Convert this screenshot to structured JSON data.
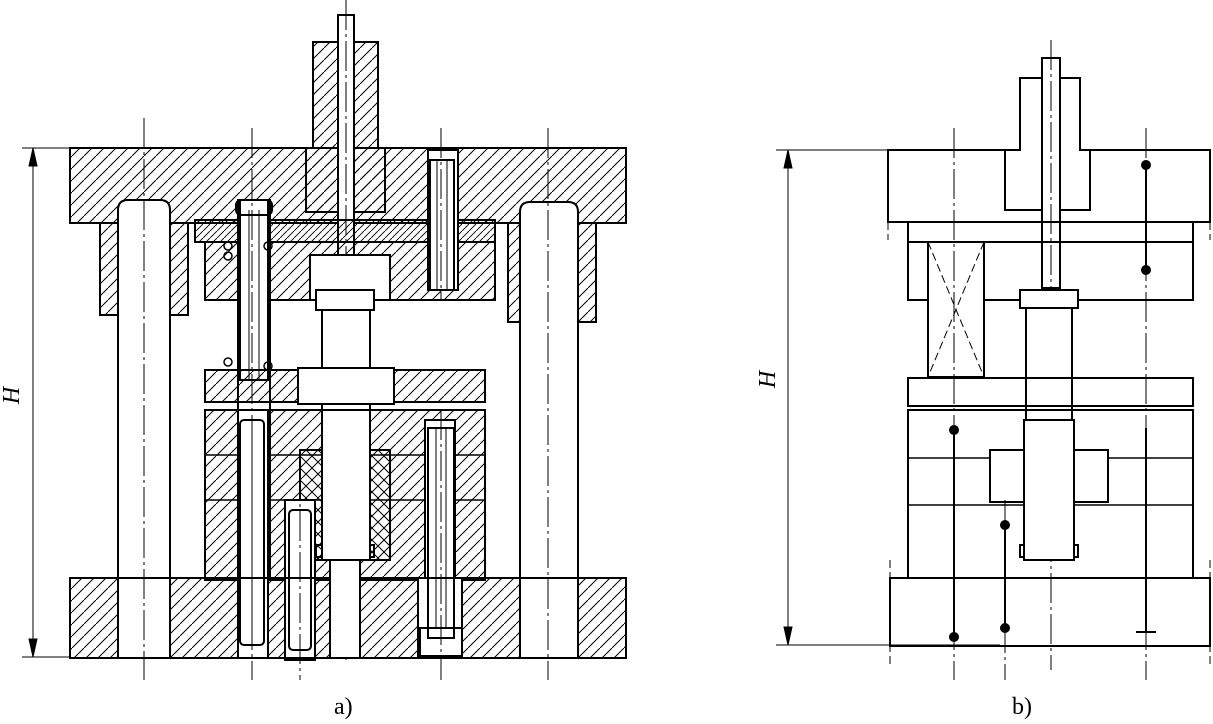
{
  "figure_a": {
    "caption": "a)",
    "dimension_label": "H"
  },
  "figure_b": {
    "caption": "b)",
    "dimension_label": "H"
  }
}
